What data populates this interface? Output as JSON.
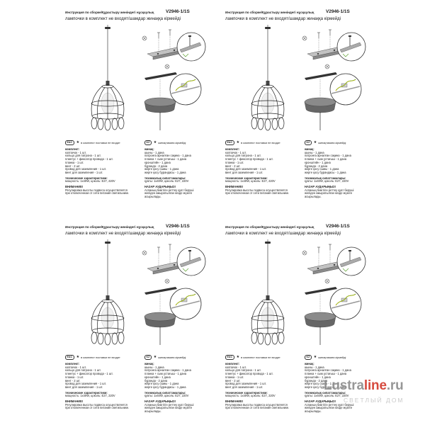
{
  "sheet": {
    "title": "Инструкция по сборке/Құрастыру жөніндегі нұсқаулық",
    "model": "V2946-1/1S",
    "subtitle": "лампочки в комплект не входят/шамдар жинаққа кірмейді",
    "ru": {
      "mark": "EAC",
      "note": "в комплект поставки не входит",
      "kit_heading": "комплект:",
      "kit_items": [
        "колпачок - 1 шт.",
        "кольцо для патрона - 1 шт.",
        "плинтус + фиксатор провода - 1 шт.",
        "планка - 1 шт.",
        "винт - 2 шт.",
        "провод для заземления - 1 шт.",
        "винт для заземления - 1 шт."
      ],
      "specs_heading": "технические характеристики:",
      "specs": "мощность: 1х40W, цоколь: E27, 220V",
      "warning_heading": "ВНИМАНИЕ!",
      "warning_lines": [
        "Регулировка высоты подвеса осуществляется",
        "при отключенном от сети питания светильнике."
      ]
    },
    "kz": {
      "mark": "KZ",
      "note": "жинақтамаға кірмейді",
      "kit_heading": "жинақ:",
      "kit_items": [
        "шыны - 1 дана",
        "патронға арналған сақина - 1 дана",
        "планка + сым ұстағыш - 1 дана",
        "кронштейн - 1 дана",
        "бұранда - 2 дана",
        "жерге қосу сымы - 1 дана",
        "жерге қосу бұрандасы - 1 дана"
      ],
      "specs_heading": "техникалық сипаттамалары:",
      "specs": "қуаты: 1х40W, цоколь: E27, 220V",
      "warning_heading": "НАЗАР АУДАРЫҢЫЗ!",
      "warning_lines": [
        "Аспаның биіктігін реттеу қуат беруші",
        "желіден ажыратылған кезде жүзеге асырылады."
      ]
    }
  },
  "icons": {
    "certification_ru": "eac-mark",
    "certification_kz": "kz-mark",
    "note_marker": "star-icon",
    "pendant": "pendant-lamp-icon",
    "assembly": "assembly-diagram"
  },
  "watermark": {
    "brand_part1": "Lustra",
    "brand_part2": "line",
    "brand_part3": ".ru",
    "tagline": "СВЕТЛЫЙ ДОМ",
    "accent_color": "#d2382b"
  }
}
